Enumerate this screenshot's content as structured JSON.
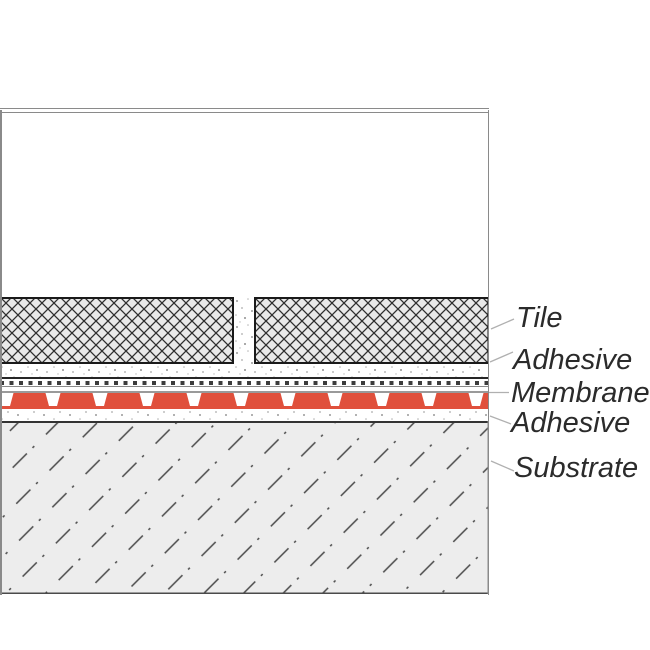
{
  "diagram": {
    "type": "tile-installation-cross-section",
    "labels": {
      "tile": "Tile",
      "adhesive_top": "Adhesive",
      "membrane": "Membrane",
      "adhesive_bottom": "Adhesive",
      "substrate": "Substrate"
    },
    "layers_top_to_bottom": [
      "Tile",
      "Adhesive",
      "Membrane",
      "Adhesive",
      "Substrate"
    ],
    "colors": {
      "membrane_red": "#e0503c",
      "tile_fill": "#e9e9e9",
      "substrate_fill": "#ededed",
      "hatch_line": "#2e2e2e",
      "substrate_line": "#4a4a4a",
      "frame_gray": "#8a8a8a",
      "label_text": "#2b2b2b",
      "leader_line": "#b0b0b0"
    }
  }
}
